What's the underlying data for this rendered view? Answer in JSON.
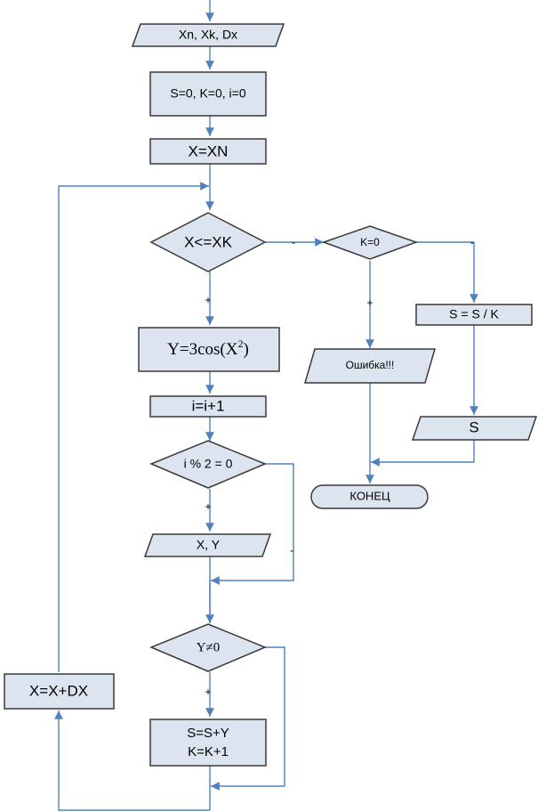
{
  "nodes": {
    "input_params": "Xn, Xk, Dx",
    "init": "S=0, K=0, i=0",
    "set_x": "X=XN",
    "cond_x_le_xk": "X<=XK",
    "calc_y_prefix": "Y=3cos(X",
    "calc_y_exp": "2",
    "calc_y_suffix": ")",
    "inc_i": "i=i+1",
    "cond_i_even": "i % 2 = 0",
    "output_xy": "X, Y",
    "cond_y_nonzero": "Y≠0",
    "accumulate_line1": "S=S+Y",
    "accumulate_line2": "K=K+1",
    "step_x": "X=X+DX",
    "cond_k_zero": "K=0",
    "error_output": "Ошибка!!!",
    "avg": "S = S / K",
    "output_s": "S",
    "end": "КОНЕЦ"
  },
  "branch_labels": {
    "plus": "+",
    "minus": "-"
  },
  "colors": {
    "block_fill": "#dce4f0",
    "block_stroke": "#3a3a3a",
    "flow_line": "#4f81bd"
  }
}
